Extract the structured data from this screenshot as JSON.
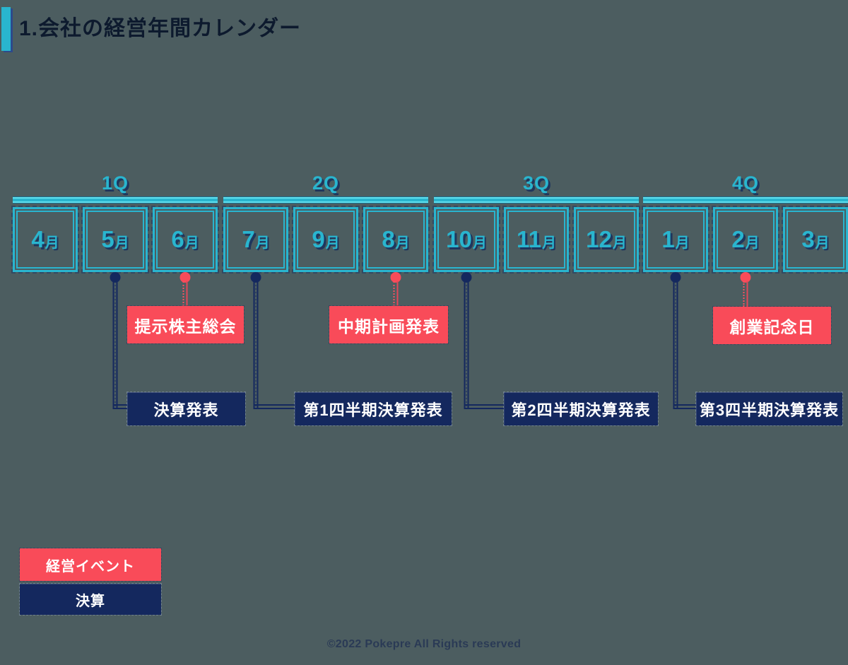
{
  "title": "1.会社の経営年間カレンダー",
  "quarters": [
    {
      "label": "1Q",
      "months": [
        {
          "num": "4",
          "unit": "月"
        },
        {
          "num": "5",
          "unit": "月"
        },
        {
          "num": "6",
          "unit": "月"
        }
      ]
    },
    {
      "label": "2Q",
      "months": [
        {
          "num": "7",
          "unit": "月"
        },
        {
          "num": "9",
          "unit": "月"
        },
        {
          "num": "8",
          "unit": "月"
        }
      ]
    },
    {
      "label": "3Q",
      "months": [
        {
          "num": "10",
          "unit": "月"
        },
        {
          "num": "11",
          "unit": "月"
        },
        {
          "num": "12",
          "unit": "月"
        }
      ]
    },
    {
      "label": "4Q",
      "months": [
        {
          "num": "1",
          "unit": "月"
        },
        {
          "num": "2",
          "unit": "月"
        },
        {
          "num": "3",
          "unit": "月"
        }
      ]
    }
  ],
  "events": {
    "management": [
      {
        "label": "提示株主総会",
        "month": "6月"
      },
      {
        "label": "中期計画発表",
        "month": "8月"
      },
      {
        "label": "創業記念日",
        "month": "2月"
      }
    ],
    "financial": [
      {
        "label": "決算発表",
        "month": "5月"
      },
      {
        "label": "第1四半期決算発表",
        "month": "7月"
      },
      {
        "label": "第2四半期決算発表",
        "month": "10月"
      },
      {
        "label": "第3四半期決算発表",
        "month": "1月"
      }
    ]
  },
  "legend": [
    {
      "label": "経営イベント",
      "type": "management"
    },
    {
      "label": "決算",
      "type": "financial"
    }
  ],
  "footer": "©2022 Pokepre All Rights reserved",
  "colors": {
    "background": "#4c5d60",
    "cyan": "#29b5cf",
    "red": "#f94b59",
    "navy": "#14285e"
  }
}
